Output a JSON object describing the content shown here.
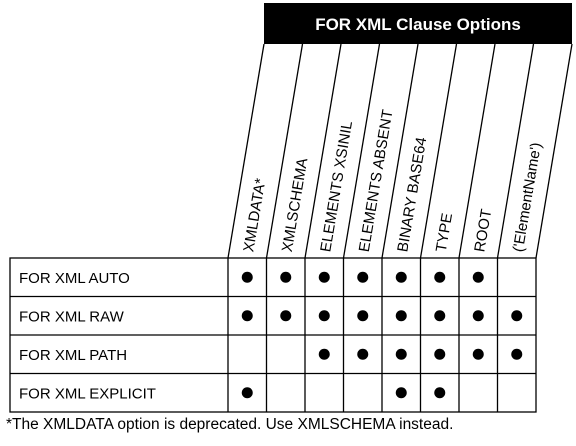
{
  "banner": {
    "title": "FOR XML Clause Options",
    "bg": "#000000",
    "fg": "#ffffff"
  },
  "columns": [
    "XMLDATA*",
    "XMLSCHEMA",
    "ELEMENTS XSINIL",
    "ELEMENTS ABSENT",
    "BINARY BASE64",
    "TYPE",
    "ROOT",
    "('ElementName')"
  ],
  "rows": [
    {
      "label": "FOR XML AUTO",
      "supported": [
        true,
        true,
        true,
        true,
        true,
        true,
        true,
        false
      ]
    },
    {
      "label": "FOR XML RAW",
      "supported": [
        true,
        true,
        true,
        true,
        true,
        true,
        true,
        true
      ]
    },
    {
      "label": "FOR XML PATH",
      "supported": [
        false,
        false,
        true,
        true,
        true,
        true,
        true,
        true
      ]
    },
    {
      "label": "FOR XML EXPLICIT",
      "supported": [
        true,
        false,
        false,
        false,
        true,
        true,
        false,
        false
      ]
    }
  ],
  "footnote": "*The XMLDATA option is deprecated. Use XMLSCHEMA instead."
}
